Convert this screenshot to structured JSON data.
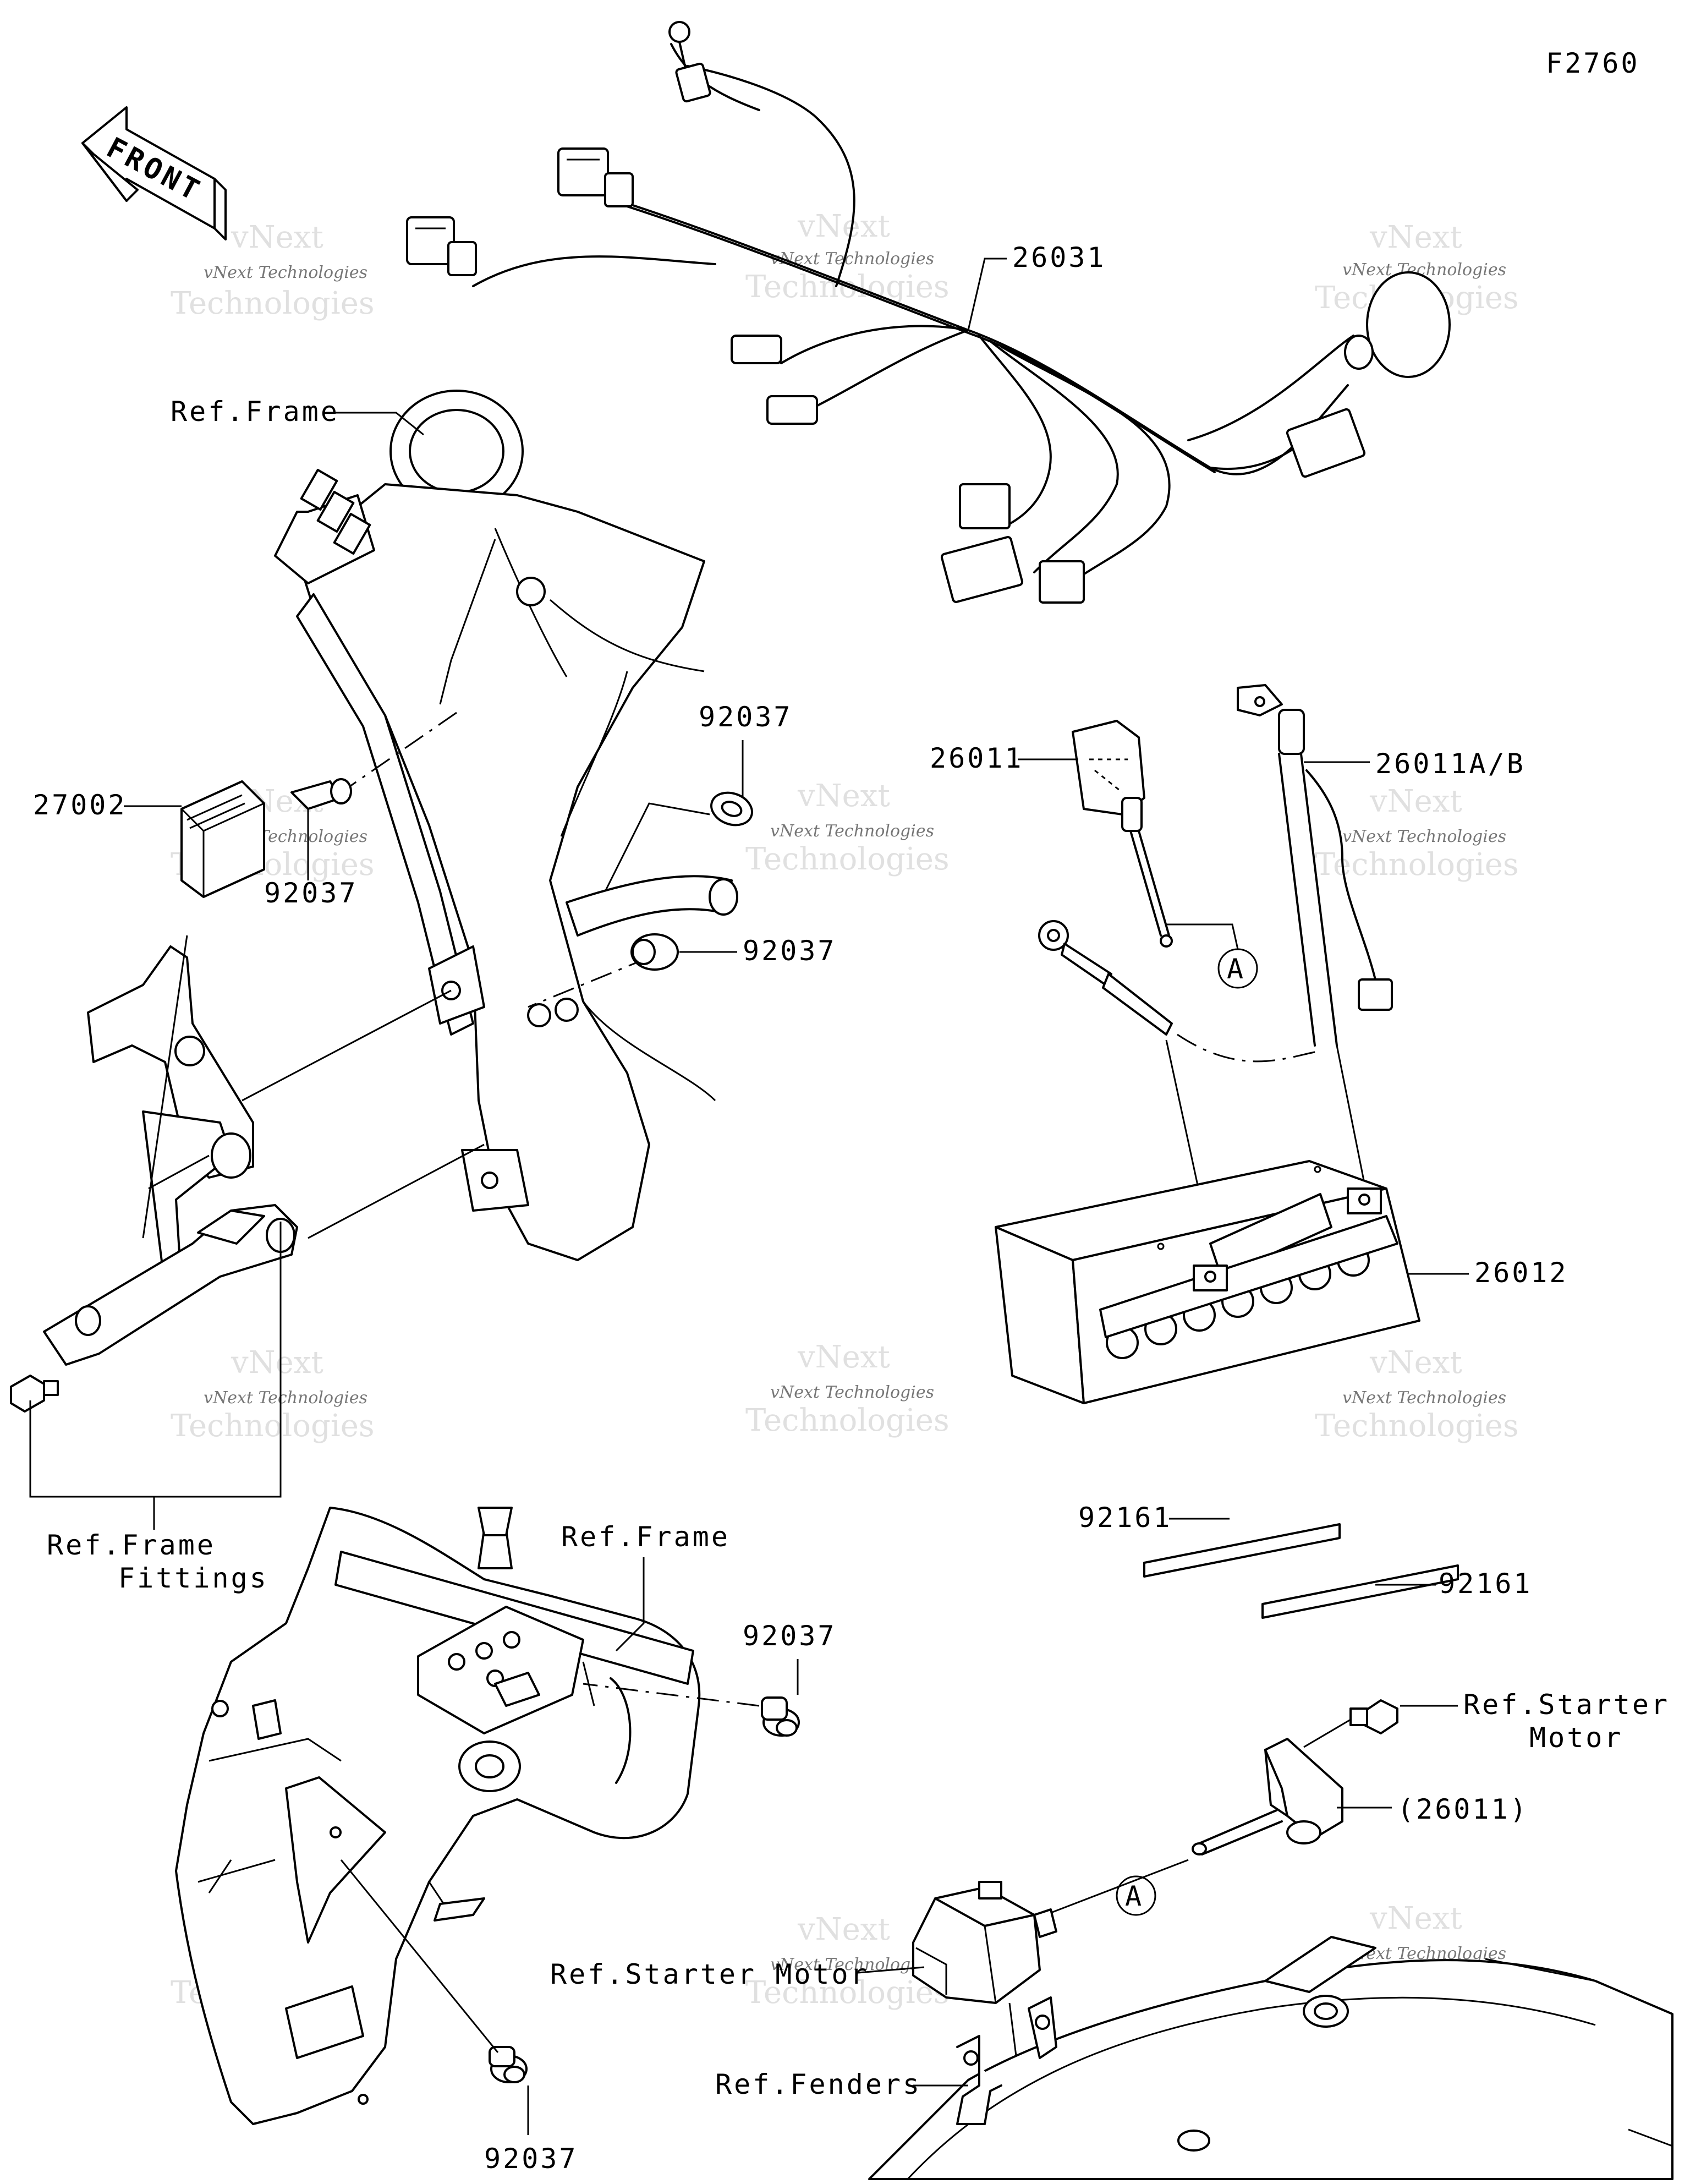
{
  "figure_code": "F2760",
  "front_arrow_label": "FRONT",
  "watermark": {
    "line1": "vNext Technologies",
    "line2": "Technologies",
    "brand": "vNext"
  },
  "labels": {
    "harness": "26031",
    "ref_frame_top": "Ref.Frame",
    "clamp_upper": "92037",
    "relay": "27002",
    "clamp_relay": "92037",
    "clamp_mid": "92037",
    "ground_cable": "26011",
    "battery_cable": "26011A/B",
    "callout_a_top": "A",
    "battery": "26012",
    "pad_1": "92161",
    "pad_2": "92161",
    "ref_frame_fittings_1": "Ref.Frame",
    "ref_frame_fittings_2": "Fittings",
    "ref_frame_bottom": "Ref.Frame",
    "clamp_bottom_1": "92037",
    "clamp_bottom_2": "92037",
    "ref_starter_motor_r1": "Ref.Starter",
    "ref_starter_motor_r2": "Motor",
    "starter_cable": "(26011)",
    "callout_a_bottom": "A",
    "ref_starter_motor_left": "Ref.Starter Motor",
    "ref_fenders": "Ref.Fenders"
  }
}
